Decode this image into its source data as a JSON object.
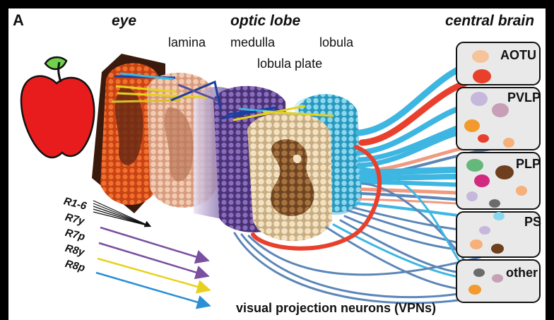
{
  "panel_letter": "A",
  "headings": {
    "eye": "eye",
    "optic_lobe": "optic lobe",
    "central_brain": "central brain"
  },
  "regions": {
    "lamina": "lamina",
    "medulla": "medulla",
    "lobula": "lobula",
    "lobula_plate": "lobula plate"
  },
  "targets": [
    "AOTU",
    "PVLP",
    "PLP",
    "PS",
    "other"
  ],
  "receptors": [
    {
      "label": "R1-6",
      "color": "#111111"
    },
    {
      "label": "R7y",
      "color": "#7a4fa0"
    },
    {
      "label": "R7p",
      "color": "#7a4fa0"
    },
    {
      "label": "R8y",
      "color": "#e6d21e"
    },
    {
      "label": "R8p",
      "color": "#2a8fd6"
    }
  ],
  "caption": "visual projection neurons (VPNs)",
  "colors": {
    "vpn_blue": "#3db6e2",
    "vpn_red": "#e8402c",
    "vpn_salmon": "#f09a80",
    "vpn_steel": "#5b86b8",
    "eye_orange": "#e2561d",
    "lamina_peach": "#efc3a6",
    "medulla_purple": "#6a4e96",
    "lobula_plate_tan": "#e7d0a6",
    "lobula_cyan": "#4cbad8"
  },
  "icons": [
    "apple-icon"
  ]
}
